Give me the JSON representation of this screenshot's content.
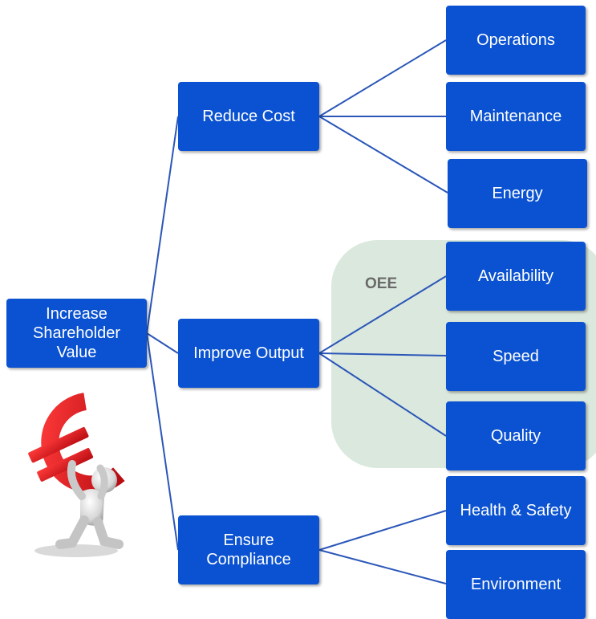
{
  "root": {
    "label": "Increase Shareholder Value"
  },
  "branches": [
    {
      "label": "Reduce Cost",
      "children": [
        "Operations",
        "Maintenance",
        "Energy"
      ]
    },
    {
      "label": "Improve Output",
      "group_label": "OEE",
      "children": [
        "Availability",
        "Speed",
        "Quality"
      ]
    },
    {
      "label": "Ensure Compliance",
      "children": [
        "Health & Safety",
        "Environment"
      ]
    }
  ],
  "colors": {
    "node_fill": "#0a52d1",
    "connector": "#2a56b8",
    "oee_panel": "#dbe8dd",
    "euro_symbol": "#e0141c"
  },
  "illustration": {
    "icon": "figure-carrying-euro-icon"
  }
}
